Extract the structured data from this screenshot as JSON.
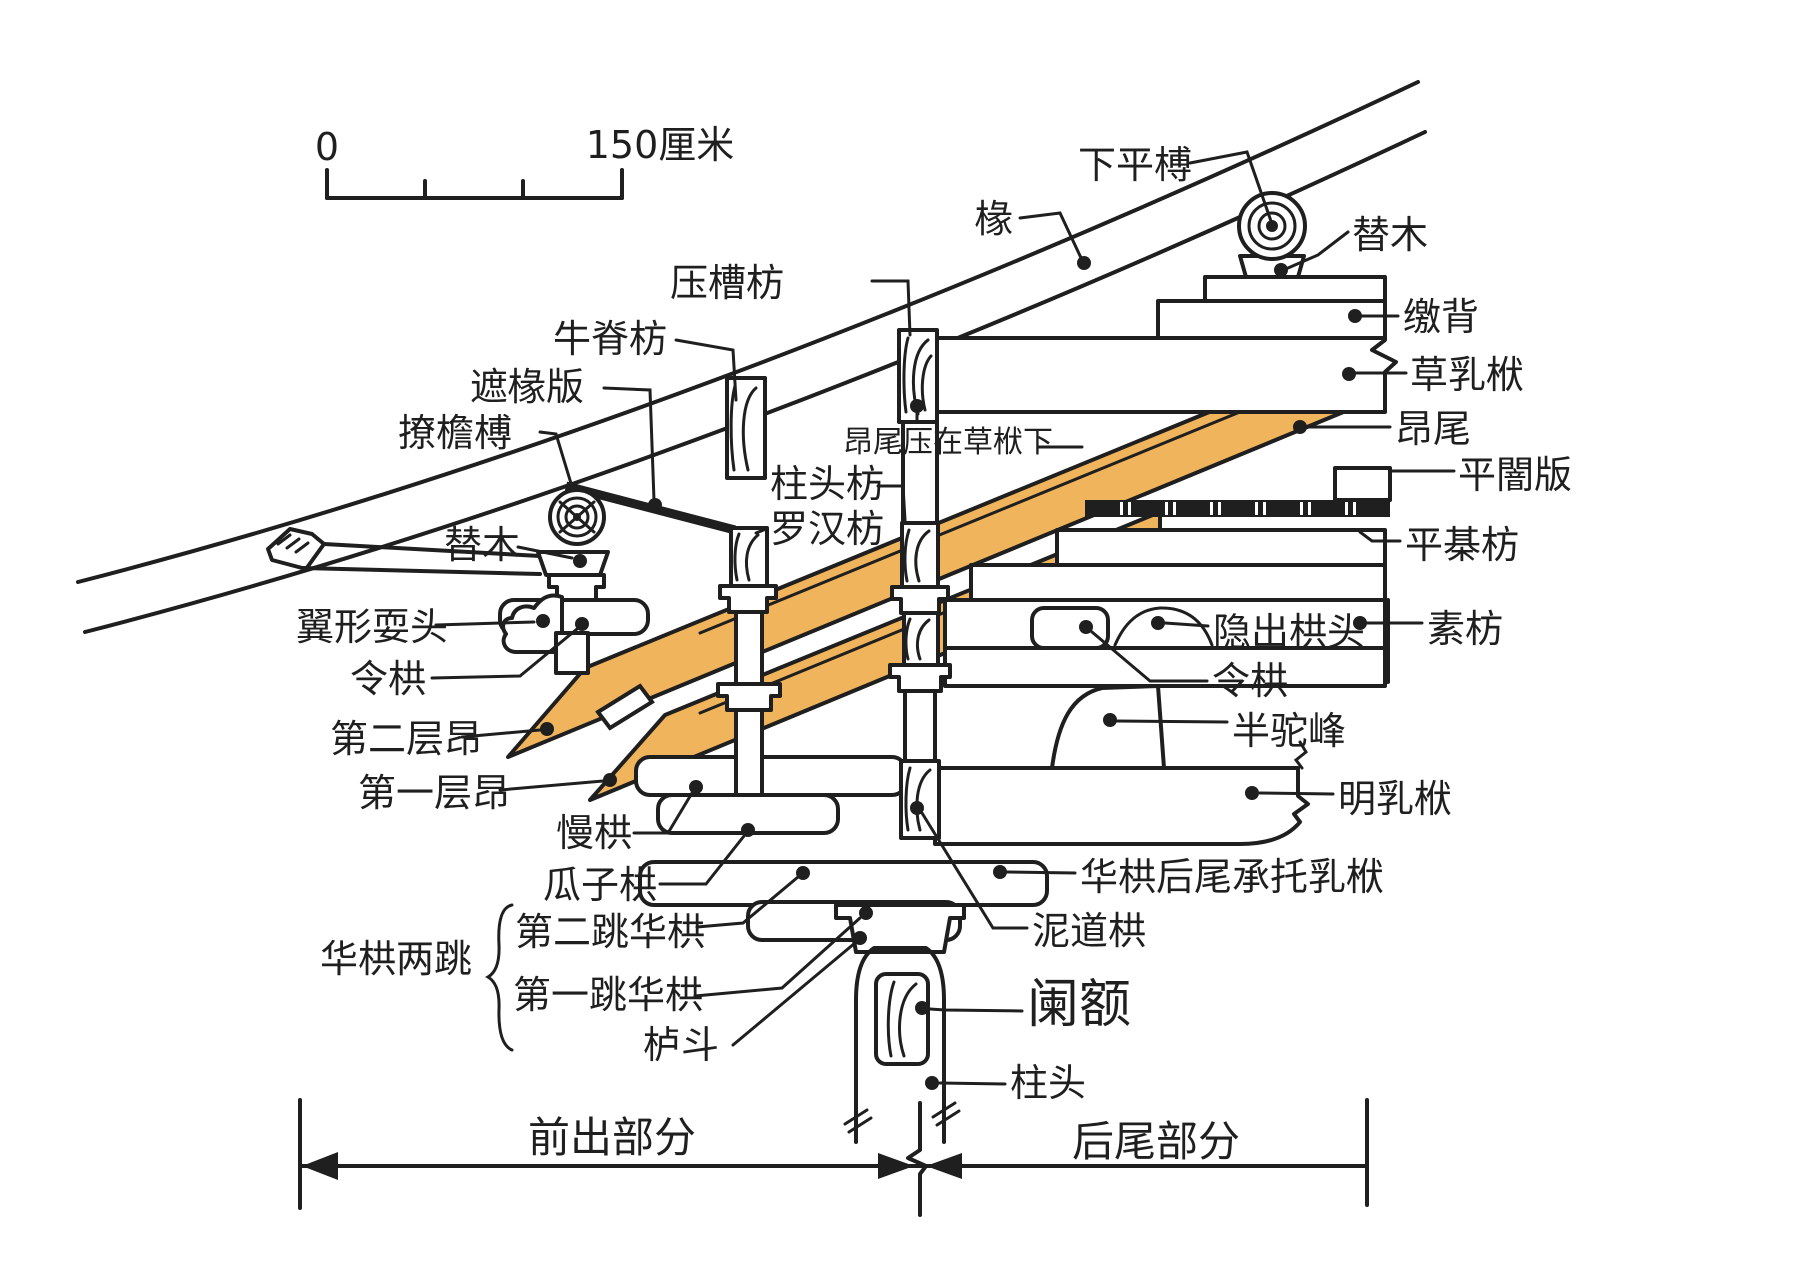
{
  "figure_type": "hand-drawn architectural section diagram of a Song-style dougong bracket set",
  "colors": {
    "ang_highlight": "#F0B45C",
    "ink": "#1F1F1F",
    "paper": "#FFFFFF"
  },
  "scale_bar": {
    "zero": "0",
    "max": "150厘米"
  },
  "sections": {
    "front": "前出部分",
    "rear": "后尾部分"
  },
  "groups": {
    "huagong_jumps": {
      "label": "华栱两跳",
      "members": [
        "第二跳华栱",
        "第一跳华栱"
      ]
    }
  },
  "labels": {
    "xiapingbo": "下平榑",
    "chuan": "椽",
    "timu_right": "替木",
    "jiaobei": "缴背",
    "caorufu": "草乳栿",
    "angwei": "昂尾",
    "pinganban": "平闇版",
    "pingjifang": "平棊枋",
    "sufang": "素枋",
    "yinchugongtou": "隐出栱头",
    "linggong_right": "令栱",
    "bantuofeng": "半驼峰",
    "mingrufu": "明乳栿",
    "yachaofang": "压槽枋",
    "niujifang": "牛脊枋",
    "zheyuanban": "遮椽版",
    "liaoyanbo": "撩檐榑",
    "timu_left": "替木",
    "yixingshuatou": "翼形耍头",
    "linggong_left": "令栱",
    "diercengang": "第二层昂",
    "diyicengang": "第一层昂",
    "mangong": "慢栱",
    "guazigong": "瓜子栱",
    "huagongliangtiao": "华栱两跳",
    "diertiaohuagong": "第二跳华栱",
    "diyitiaohuagong": "第一跳华栱",
    "ludou": "栌斗",
    "angweiyacaofu": "昂尾压在草栿下",
    "zhutoufang": "柱头枋",
    "luohanfang": "罗汉枋",
    "nidaogong": "泥道栱",
    "huagonghouwei": "华栱后尾承托乳栿",
    "lane": "阑额",
    "zhutou": "柱头",
    "qianchubufen": "前出部分",
    "houweibufen": "后尾部分"
  }
}
